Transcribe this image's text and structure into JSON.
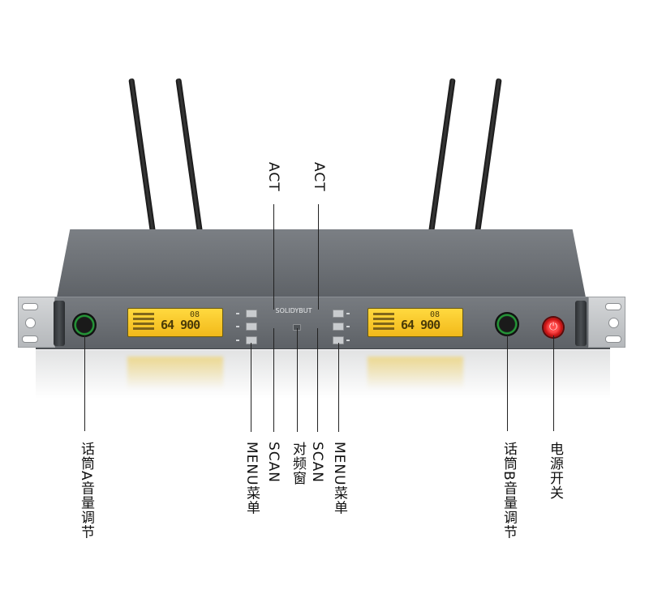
{
  "device": {
    "logo": "SOLIDYBUT",
    "channel_a": {
      "display_channel": "64",
      "display_freq": "900",
      "display_small": "08"
    },
    "channel_b": {
      "display_channel": "64",
      "display_freq": "900",
      "display_small": "08"
    }
  },
  "labels": {
    "act_a": "ACT",
    "act_b": "ACT",
    "knob_a": "话筒A音量调节",
    "menu_a": "MENU菜单",
    "scan_a": "SCAN",
    "pair": "对频窗",
    "scan_b": "SCAN",
    "menu_b": "MENU菜单",
    "knob_b": "话筒B音量调节",
    "power": "电源开关"
  },
  "colors": {
    "lcd": "#f2b91a",
    "knob_ring": "#2aa83f",
    "power": "#c81414",
    "chassis": "#6b6f74"
  }
}
